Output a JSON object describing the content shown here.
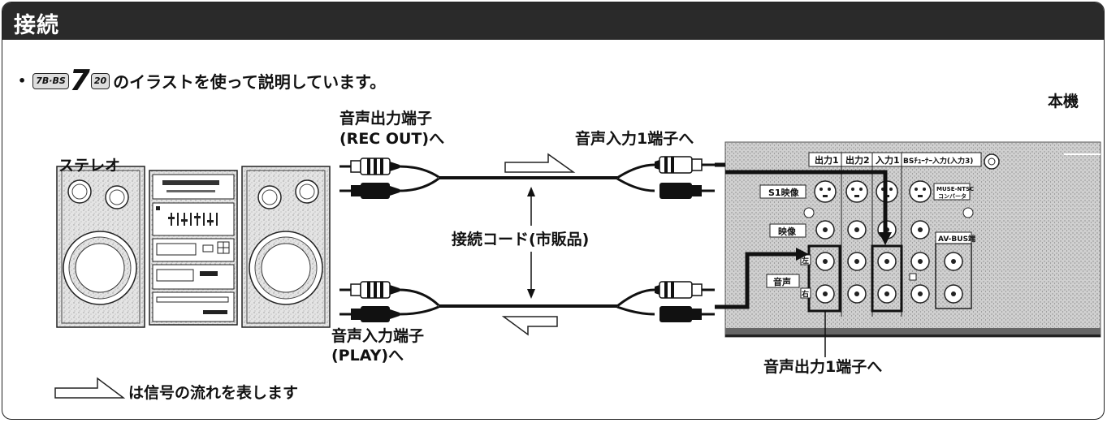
{
  "header": {
    "title": "接続"
  },
  "intro": {
    "bullet": "•",
    "model_badge": {
      "left": "7B·BS",
      "number": "7",
      "right": "20"
    },
    "text": "のイラストを使って説明しています。"
  },
  "diagram": {
    "stereo_label": "ステレオ",
    "device_label": "本機",
    "audio_out_label": [
      "音声出力端子",
      "(REC OUT)へ"
    ],
    "audio_in1_label": "音声入力1端子へ",
    "cable_label": "接続コード(市販品)",
    "audio_in_label": [
      "音声入力端子",
      "(PLAY)へ"
    ],
    "audio_out1_label": "音声出力1端子へ",
    "panel_texts": {
      "out1": "出力1",
      "out2": "出力2",
      "in1": "入力1",
      "bs_in3": "BSﾁｭｰﾅｰ入力(入力3)",
      "s1_video": "S1映像",
      "video": "映像",
      "audio": "音声",
      "muse": [
        "MUSE-NTSC",
        "コンバータ"
      ],
      "avbus": "AV-BUS端",
      "left": "左",
      "right": "右"
    }
  },
  "legend": {
    "text": "は信号の流れを表します"
  }
}
